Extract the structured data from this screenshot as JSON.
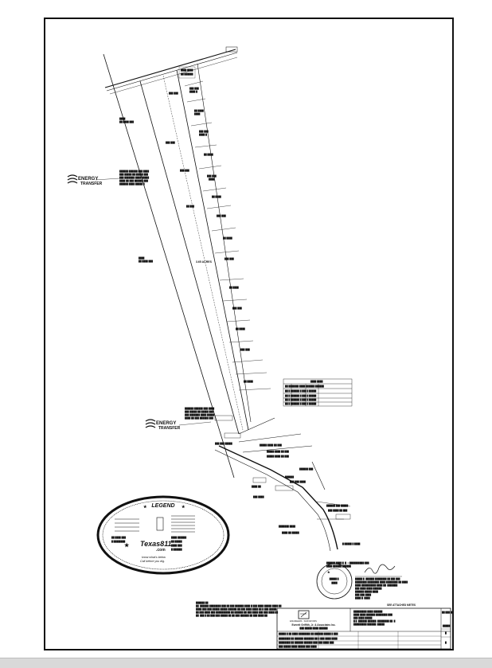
{
  "logo": {
    "brand_line1": "ENERGY",
    "brand_line2": "TRANSFER"
  },
  "survey": {
    "acreage_label": "3.65 ACRES",
    "see_attached_label": "SEE ATTACHED METES"
  },
  "legend_badge": {
    "title": "LEGEND",
    "call811": "Texas811",
    "call811_sub": ".com",
    "slogan_line1": "know what's below.",
    "slogan_line2": "Call before you dig."
  },
  "title_block": {
    "firm_header": "ENGINEERS · SURVEYORS",
    "firm_name": "Everett Griffith, Jr. & Associates Inc."
  },
  "colors": {
    "ink": "#111111",
    "sheet_bg": "#ffffff",
    "window_bar": "#d9d9d9"
  }
}
